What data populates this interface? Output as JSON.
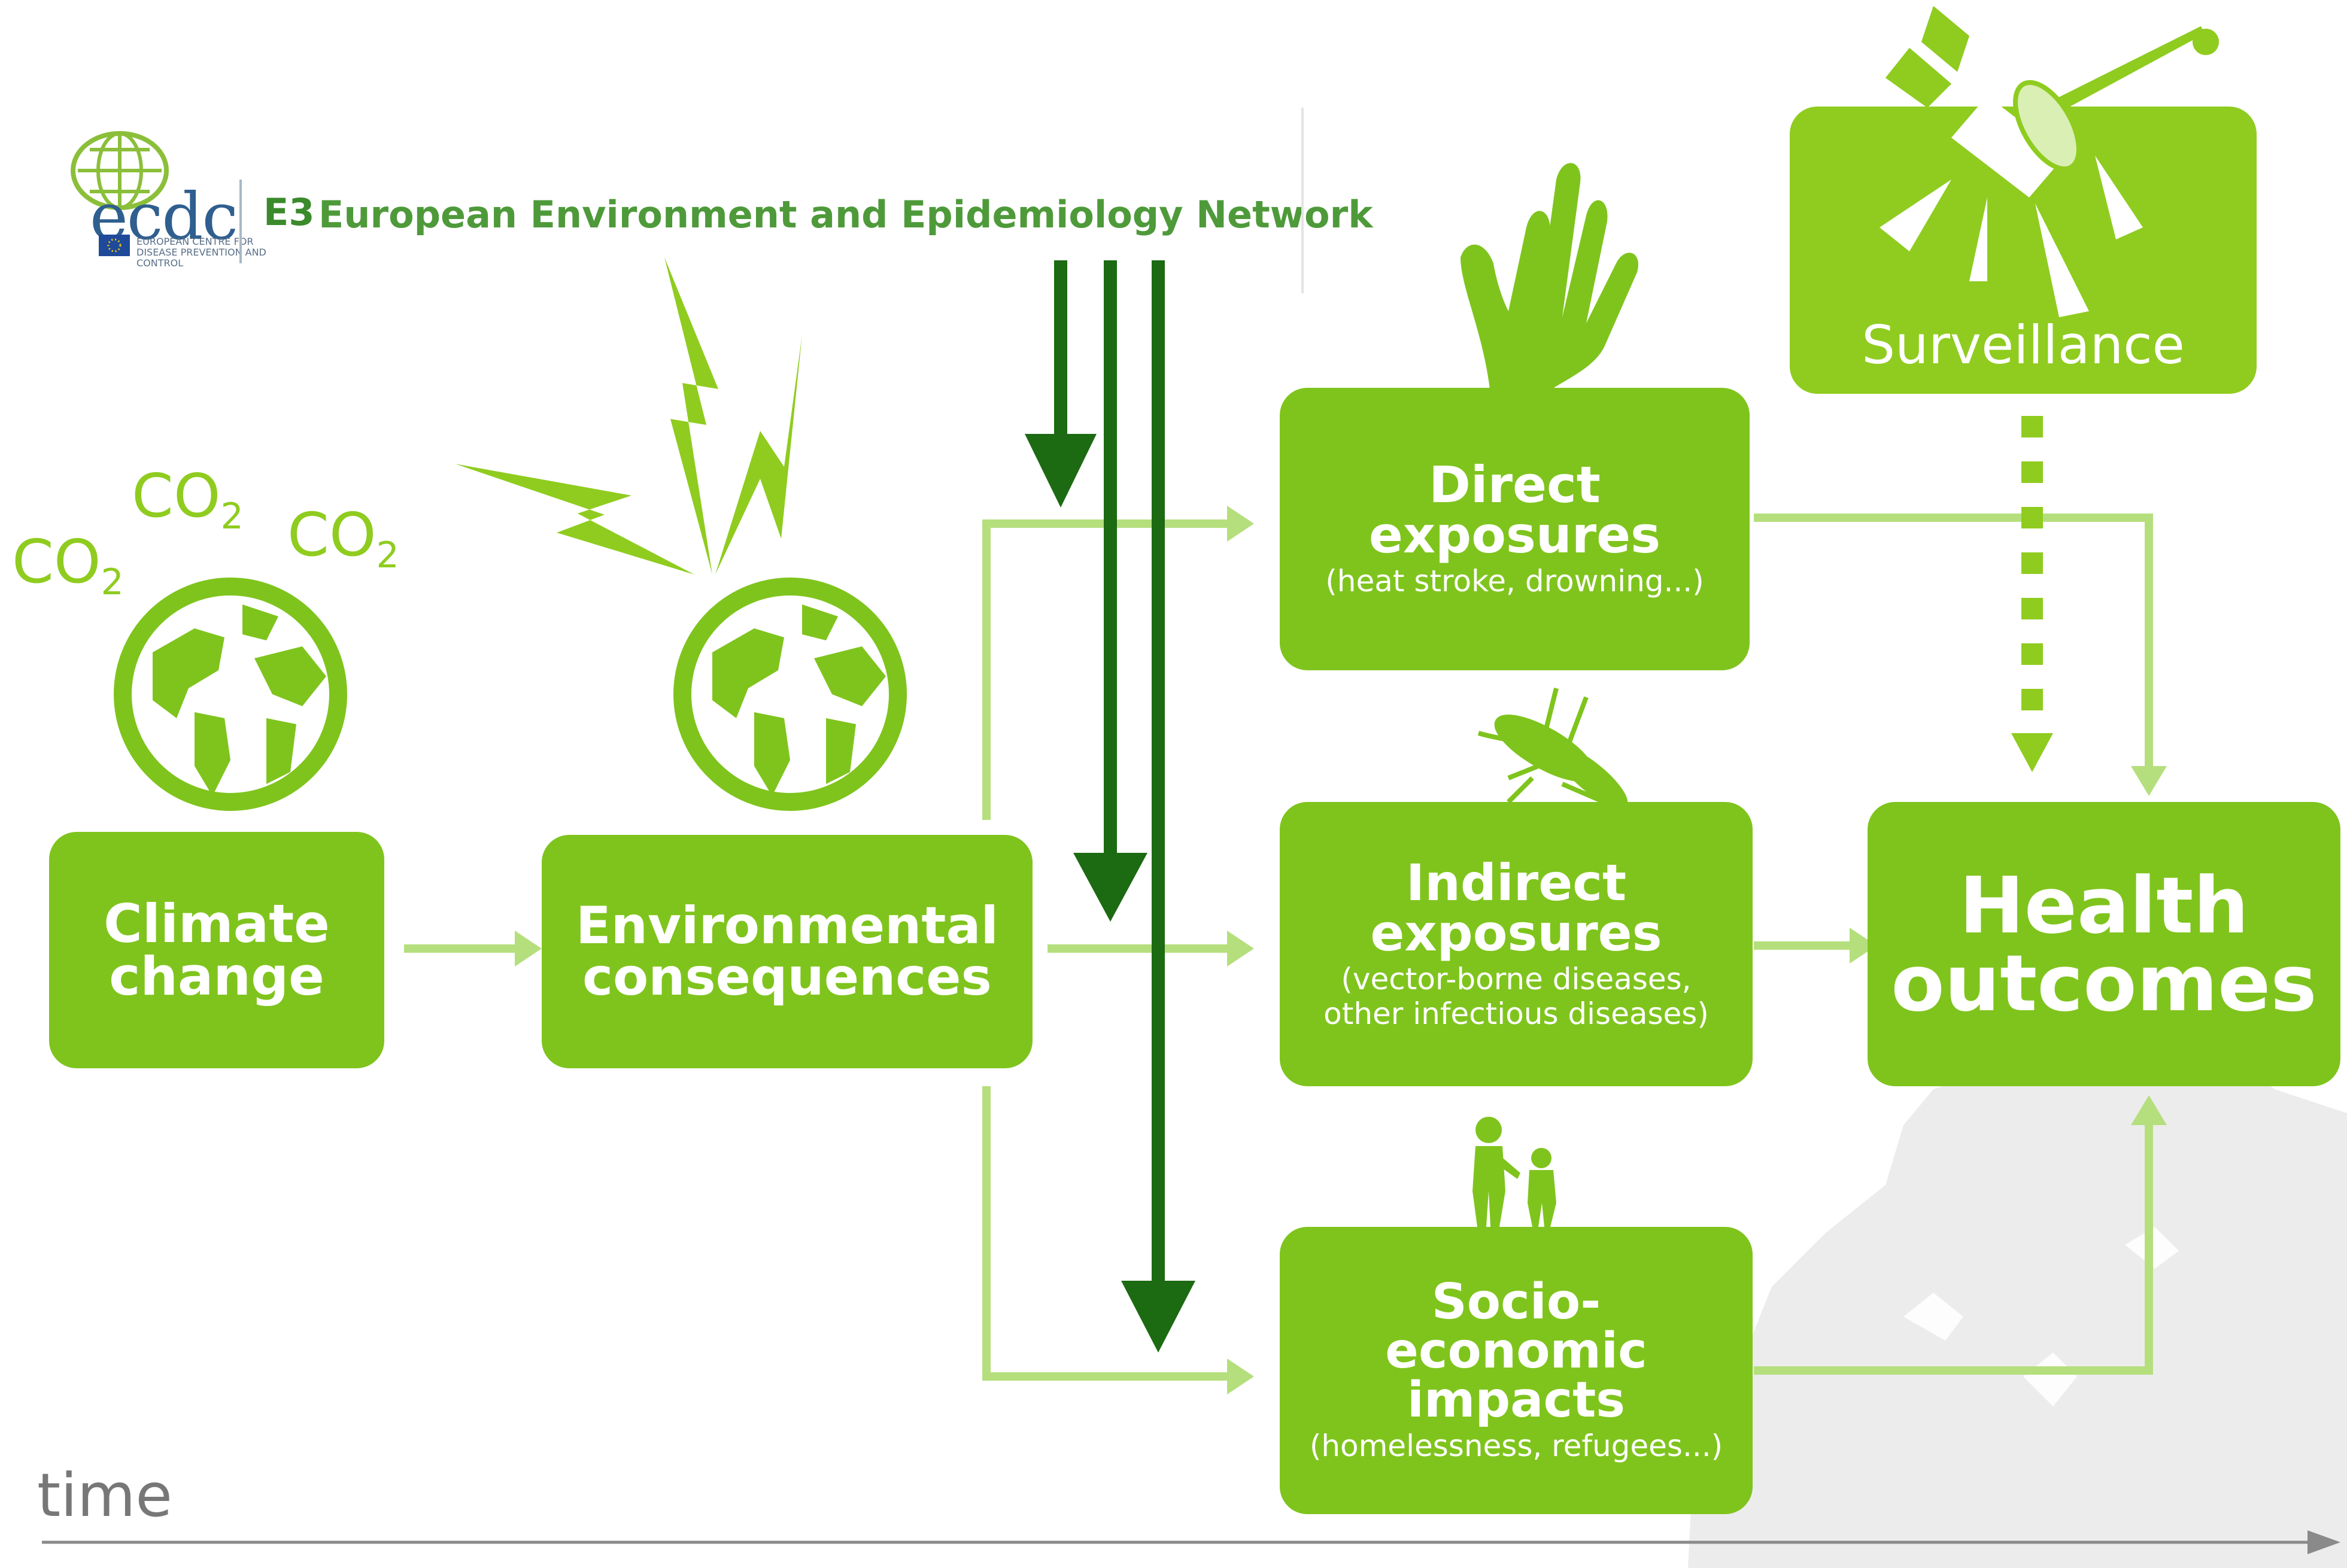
{
  "header": {
    "logo_text": "ecdc",
    "logo_subtext": "EUROPEAN CENTRE FOR DISEASE PREVENTION AND CONTROL",
    "e3": "E3",
    "network_title": "European Environment and Epidemiology Network"
  },
  "co2": [
    {
      "main": "CO",
      "sub": "2"
    },
    {
      "main": "CO",
      "sub": "2"
    },
    {
      "main": "CO",
      "sub": "2"
    }
  ],
  "boxes": {
    "climate": {
      "title_line1": "Climate",
      "title_line2": "change"
    },
    "environmental": {
      "title_line1": "Environmental",
      "title_line2": "consequences"
    },
    "direct": {
      "title_line1": "Direct",
      "title_line2": "exposures",
      "sub_line1": "(heat stroke, drowning...)"
    },
    "indirect": {
      "title_line1": "Indirect",
      "title_line2": "exposures",
      "sub_line1": "(vector-borne diseases,",
      "sub_line2": "other infectious diseases)"
    },
    "socio": {
      "title_line1": "Socio-",
      "title_line2": "economic",
      "title_line3": "impacts",
      "sub_line1": "(homelessness, refugees...)"
    },
    "health": {
      "title_line1": "Health",
      "title_line2": "outcomes"
    },
    "surveillance": {
      "title_line1": "Surveillance"
    }
  },
  "time_label": "time",
  "icons": [
    "ecdc-globe-logo-icon",
    "eu-flag-icon",
    "globe-icon",
    "lightning-icon",
    "hand-icon",
    "mosquito-icon",
    "people-icon",
    "satellite-icon",
    "europe-map-background"
  ],
  "colors": {
    "box_green": "#7fc41d",
    "light_arrow": "#b5df7d",
    "dark_arrow": "#1c6a12",
    "icon_green": "#8fcc1f",
    "header_green": "#4e9a3a",
    "time_gray": "#777777"
  }
}
